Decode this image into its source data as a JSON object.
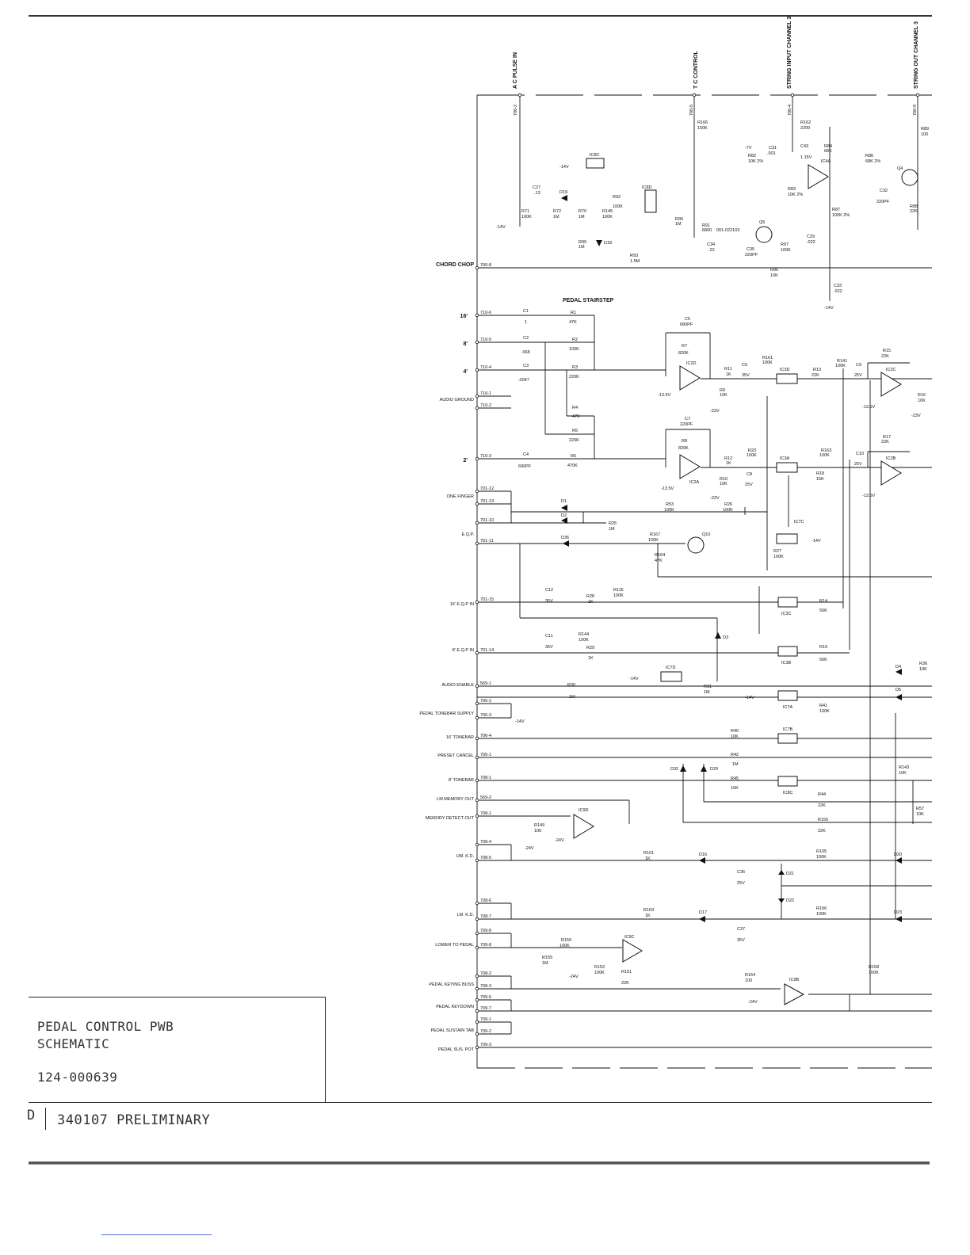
{
  "titleblock": {
    "line1": "PEDAL CONTROL PWB",
    "line2": "SCHEMATIC",
    "part_number": "124-000639",
    "revision_mark": "D",
    "revision": "340107 PRELIMINARY"
  },
  "top_inputs": [
    {
      "label": "A C PULSE IN",
      "pin": "700-2"
    },
    {
      "label": "T C CONTROL",
      "pin": "700-5"
    },
    {
      "label": "STRING INPUT CHANNEL 3",
      "pin": "700-4"
    },
    {
      "label": "STRING OUT CHANNEL 3",
      "pin": "700-9"
    }
  ],
  "left_labels": [
    {
      "label": "CHORD CHOP",
      "pin": "700-8"
    },
    {
      "label": "16'",
      "pin": "710-6"
    },
    {
      "label": "8'",
      "pin": "710-5"
    },
    {
      "label": "4'",
      "pin": "710-4"
    },
    {
      "label": "AUDIO GROUND",
      "pin": "710-1"
    },
    {
      "label": "",
      "pin": "710-2"
    },
    {
      "label": "2'",
      "pin": "710-3"
    },
    {
      "label": "ONE FINGER",
      "pin": "701-12"
    },
    {
      "label": "",
      "pin": "701-13"
    },
    {
      "label": "",
      "pin": "701-10"
    },
    {
      "label": "E.Q.P.",
      "pin": "701-11"
    },
    {
      "label": "16' E.Q.P IN",
      "pin": "701-15"
    },
    {
      "label": "8' E.Q.P IN",
      "pin": "701-14"
    },
    {
      "label": "AUDIO ENABLE",
      "pin": "569-1"
    },
    {
      "label": "",
      "pin": "706-2"
    },
    {
      "label": "PEDAL TONEBAR SUPPLY",
      "pin": "706-3"
    },
    {
      "label": "16' TONEBAR",
      "pin": "706-4"
    },
    {
      "label": "PRESET CANCEL",
      "pin": "705-1"
    },
    {
      "label": "8' TONEBAR",
      "pin": "708-1"
    },
    {
      "label": "LM MEMORY OUT",
      "pin": "569-2"
    },
    {
      "label": "MEMORY DETECT OUT",
      "pin": "708-1"
    },
    {
      "label": "",
      "pin": "708-4"
    },
    {
      "label": "UM. K.D.",
      "pin": "708-5"
    },
    {
      "label": "",
      "pin": "708-6"
    },
    {
      "label": "LM. K.D.",
      "pin": "708-7"
    },
    {
      "label": "",
      "pin": "709-8"
    },
    {
      "label": "LOWER TO PEDAL",
      "pin": "709-8"
    },
    {
      "label": "",
      "pin": "708-2"
    },
    {
      "label": "PEDAL KEYING BUSS",
      "pin": "708-3"
    },
    {
      "label": "",
      "pin": "709-6"
    },
    {
      "label": "PEDAL KEYDOWN",
      "pin": "709-7"
    },
    {
      "label": "",
      "pin": "709-1"
    },
    {
      "label": "PEDAL SUSTAIN TAB",
      "pin": "709-2"
    },
    {
      "label": "PEDAL SUS. POT",
      "pin": "709-3"
    }
  ],
  "section_title": "PEDAL STAIRSTEP",
  "supply_labels": [
    "-14V",
    "-7V",
    "-13.5V",
    "-23V",
    "-24V"
  ],
  "components": {
    "resistors": [
      {
        "ref": "R71",
        "val": "100K"
      },
      {
        "ref": "R72",
        "val": "1M"
      },
      {
        "ref": "R70",
        "val": "1M"
      },
      {
        "ref": "R145",
        "val": "100K"
      },
      {
        "ref": "R92",
        "val": "100K"
      },
      {
        "ref": "R99",
        "val": "1M"
      },
      {
        "ref": "R90",
        "val": "1M"
      },
      {
        "ref": "R93",
        "val": "1.5M"
      },
      {
        "ref": "R91",
        "val": "6800"
      },
      {
        "ref": "R166",
        "val": "150K"
      },
      {
        "ref": "R162",
        "val": "2200"
      },
      {
        "ref": "R82",
        "val": "10K 2%"
      },
      {
        "ref": "R84",
        "val": "68K"
      },
      {
        "ref": "R83",
        "val": "10K 2%"
      },
      {
        "ref": "R87",
        "val": "100K 2%"
      },
      {
        "ref": "R86",
        "val": "68K 2%"
      },
      {
        "ref": "R88",
        "val": "22K"
      },
      {
        "ref": "R89",
        "val": "100"
      },
      {
        "ref": "R97",
        "val": "100K"
      },
      {
        "ref": "R95",
        "val": "10K"
      },
      {
        "ref": "R1",
        "val": "47K"
      },
      {
        "ref": "R2",
        "val": "100K"
      },
      {
        "ref": "R3",
        "val": "220K"
      },
      {
        "ref": "R4",
        "val": "47K"
      },
      {
        "ref": "R5",
        "val": "220K"
      },
      {
        "ref": "R6",
        "val": "470K"
      },
      {
        "ref": "R7",
        "val": "820K"
      },
      {
        "ref": "R8",
        "val": "820K"
      },
      {
        "ref": "R11",
        "val": "1K"
      },
      {
        "ref": "R9",
        "val": "10K"
      },
      {
        "ref": "R12",
        "val": "1K"
      },
      {
        "ref": "R10",
        "val": "10K"
      },
      {
        "ref": "R161",
        "val": "100K"
      },
      {
        "ref": "R13",
        "val": "22K"
      },
      {
        "ref": "R141",
        "val": "100K"
      },
      {
        "ref": "R15",
        "val": "22K"
      },
      {
        "ref": "R16",
        "val": "10K"
      },
      {
        "ref": "R23",
        "val": "100K"
      },
      {
        "ref": "R18",
        "val": "15K"
      },
      {
        "ref": "R163",
        "val": "100K"
      },
      {
        "ref": "R17",
        "val": "22K"
      },
      {
        "ref": "R53",
        "val": "100K"
      },
      {
        "ref": "R26",
        "val": "100K"
      },
      {
        "ref": "R25",
        "val": "1M"
      },
      {
        "ref": "R167",
        "val": "100K"
      },
      {
        "ref": "R164",
        "val": "47K"
      },
      {
        "ref": "R27",
        "val": "100K"
      },
      {
        "ref": "R28",
        "val": "1K"
      },
      {
        "ref": "R116",
        "val": "100K"
      },
      {
        "ref": "R14",
        "val": "56K"
      },
      {
        "ref": "R144",
        "val": "100K"
      },
      {
        "ref": "R29",
        "val": "1K"
      },
      {
        "ref": "R19",
        "val": "56K"
      },
      {
        "ref": "R30",
        "val": "1M"
      },
      {
        "ref": "R31",
        "val": "1M"
      },
      {
        "ref": "R41",
        "val": "100K"
      },
      {
        "ref": "R36",
        "val": "10K"
      },
      {
        "ref": "R40",
        "val": "10K"
      },
      {
        "ref": "R42",
        "val": "1M"
      },
      {
        "ref": "R45",
        "val": "10K"
      },
      {
        "ref": "R44",
        "val": "22K"
      },
      {
        "ref": "R156",
        "val": "22K"
      },
      {
        "ref": "R143",
        "val": "10K"
      },
      {
        "ref": "R57",
        "val": "10K"
      },
      {
        "ref": "R149",
        "val": "100"
      },
      {
        "ref": "R101",
        "val": "1K"
      },
      {
        "ref": "R105",
        "val": "100K"
      },
      {
        "ref": "R103",
        "val": "1K"
      },
      {
        "ref": "R106",
        "val": "100K"
      },
      {
        "ref": "R159",
        "val": "100K"
      },
      {
        "ref": "R155",
        "val": "1M"
      },
      {
        "ref": "R152",
        "val": "100K"
      },
      {
        "ref": "R151",
        "val": "22K"
      },
      {
        "ref": "R154",
        "val": "100"
      },
      {
        "ref": "R158",
        "val": "100K"
      }
    ],
    "capacitors": [
      {
        "ref": "C27",
        "val": ".13"
      },
      {
        "ref": "C34",
        "val": ".22"
      },
      {
        "ref": "C35",
        "val": "220PF"
      },
      {
        "ref": "C31",
        "val": ".001"
      },
      {
        "ref": "C43",
        "val": "1 15V"
      },
      {
        "ref": "C32",
        "val": "220PF"
      },
      {
        "ref": "C29",
        "val": ".022"
      },
      {
        "ref": "C33",
        "val": ".022"
      },
      {
        "ref": "C1",
        "val": "1"
      },
      {
        "ref": "C2",
        "val": ".068"
      },
      {
        "ref": "C3",
        "val": ".0047"
      },
      {
        "ref": "C4",
        "val": "690PF"
      },
      {
        "ref": "C5",
        "val": "680PF"
      },
      {
        "ref": "C7",
        "val": "220PF"
      },
      {
        "ref": "C6",
        "val": "35V"
      },
      {
        "ref": "C8",
        "val": "25V"
      },
      {
        "ref": "C9",
        "val": "25V"
      },
      {
        "ref": "C10",
        "val": "25V"
      },
      {
        "ref": "C12",
        "val": "35V"
      },
      {
        "ref": "C11",
        "val": "35V"
      },
      {
        "ref": "C36",
        "val": "25V"
      },
      {
        "ref": "C37",
        "val": "35V"
      }
    ],
    "ics": [
      "IC8C",
      "IC8D",
      "IC4A",
      "IC2D",
      "IC2A",
      "IC3D",
      "IC3A",
      "IC2C",
      "IC2B",
      "IC7C",
      "IC3C",
      "IC3B",
      "IC7D",
      "IC7A",
      "IC7B",
      "IC8C",
      "IC9D",
      "IC9C",
      "IC9B"
    ],
    "transistors": [
      "Q5",
      "Q4",
      "Q10"
    ],
    "q5_code": "001-022103",
    "diodes": [
      "D19",
      "D18",
      "D1",
      "D2",
      "D36",
      "D3",
      "D32",
      "D29",
      "D4",
      "D5",
      "D16",
      "D21",
      "D22",
      "D20",
      "D17",
      "D23"
    ]
  },
  "colors": {
    "ink": "#111111",
    "paper": "#ffffff"
  }
}
